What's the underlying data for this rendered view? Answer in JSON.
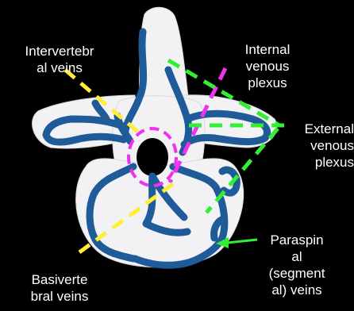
{
  "colors": {
    "background": "#000000",
    "bone": "#f2f2f4",
    "veins": "#1f5a99",
    "intervertebral_line": "#ffee33",
    "internal_line": "#ee33ee",
    "external_line": "#33ee33",
    "paraspinal_arrow": "#33ee33",
    "basivertebral_line": "#ffee33"
  },
  "labels": {
    "intervertebral": "Intervertebr\nal veins",
    "internal": "Internal\nvenous\nplexus",
    "external": "External\nvenous\nplexus",
    "paraspinal": "Paraspin\nal\n(segment\nal) veins",
    "basivertebral": "Basiverte\nbral veins"
  }
}
